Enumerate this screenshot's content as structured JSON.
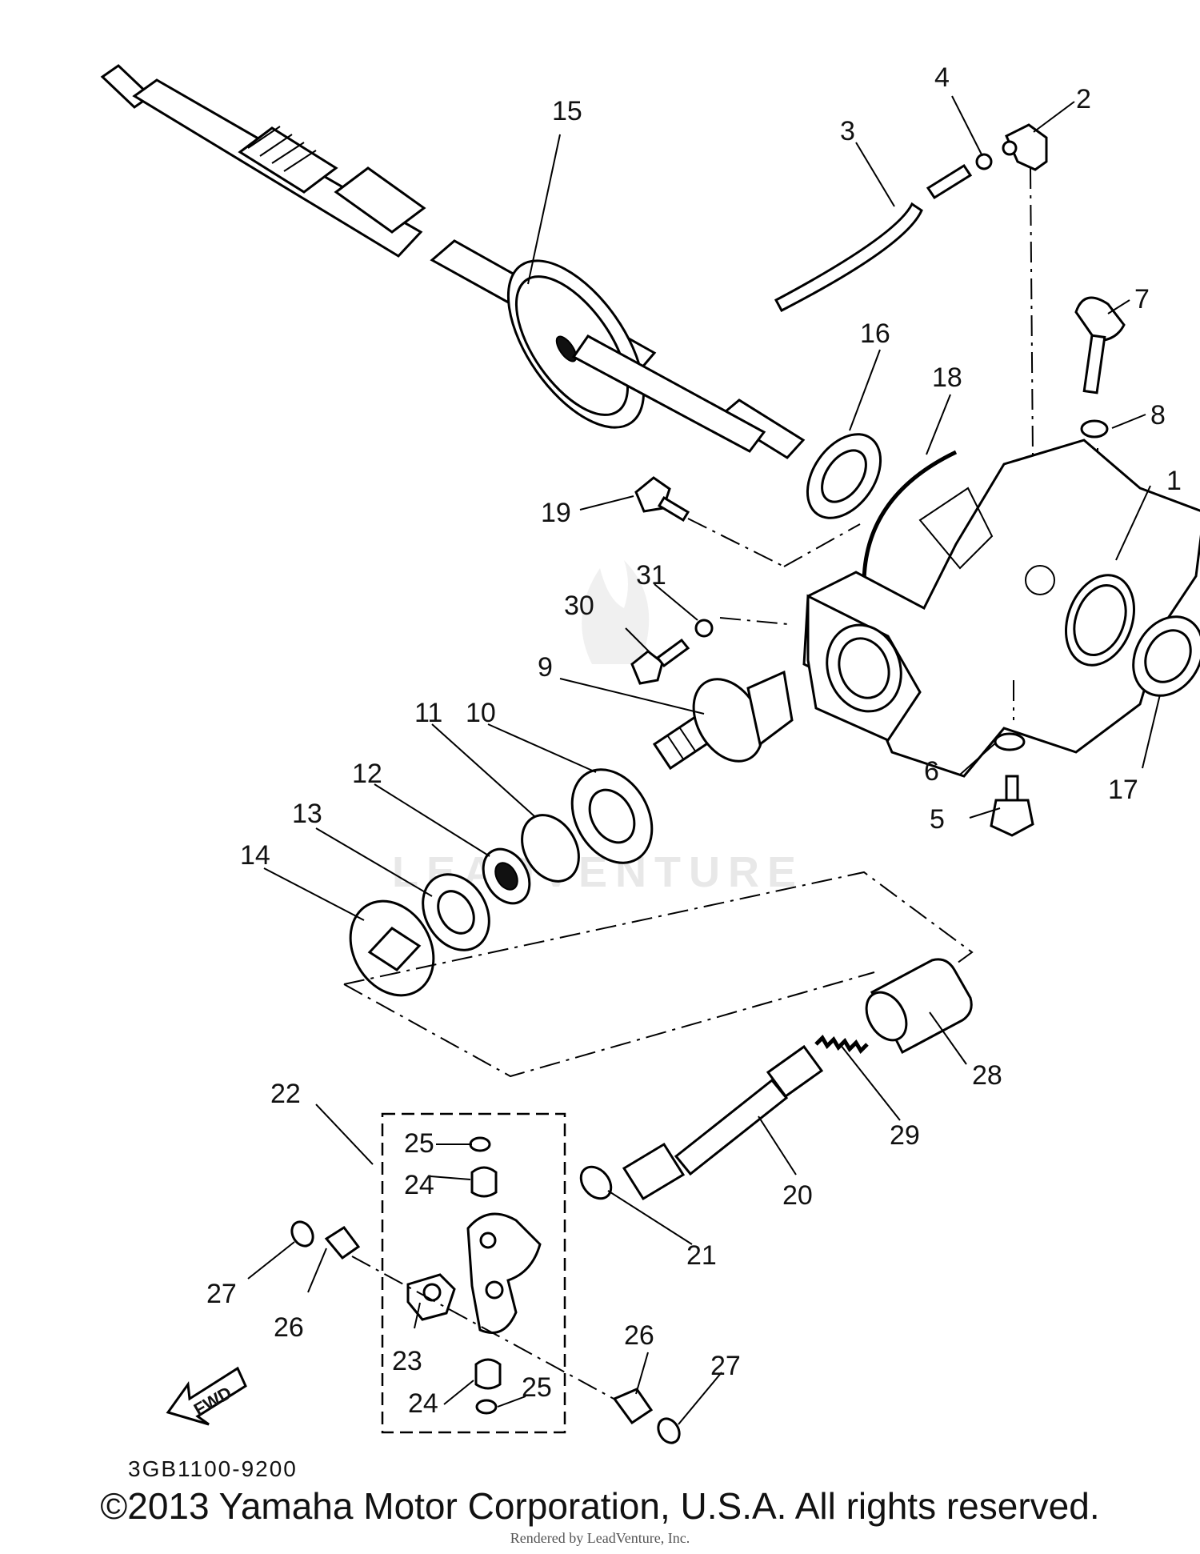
{
  "diagram": {
    "callouts": [
      "1",
      "2",
      "3",
      "4",
      "5",
      "6",
      "7",
      "8",
      "9",
      "10",
      "11",
      "12",
      "13",
      "14",
      "15",
      "16",
      "17",
      "18",
      "19",
      "20",
      "21",
      "22",
      "23",
      "24",
      "24",
      "25",
      "25",
      "26",
      "26",
      "27",
      "27",
      "28",
      "29",
      "30",
      "31"
    ],
    "fwd_arrow_label": "FWD",
    "reference_code": "3GB1100-9200",
    "watermark": "LEADVENTURE"
  },
  "footer": {
    "copyright": "©2013 Yamaha Motor Corporation, U.S.A. All rights reserved.",
    "rendered_by": "Rendered by LeadVenture, Inc."
  }
}
